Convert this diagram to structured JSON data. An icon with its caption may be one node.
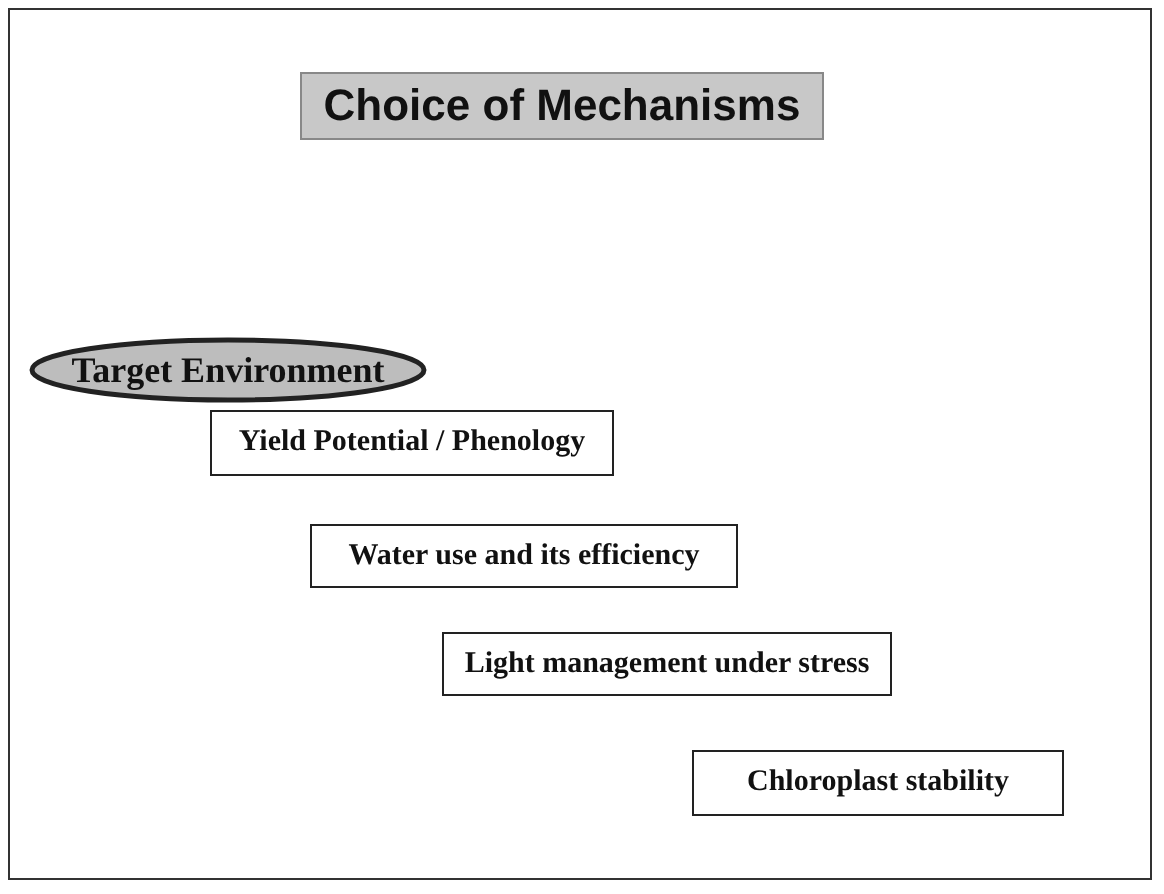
{
  "diagram": {
    "title": "Choice of Mechanisms",
    "nodes": [
      {
        "text": [
          "Target Environment"
        ]
      },
      {
        "text": [
          "Yield Potential / Phenology"
        ]
      },
      {
        "text": [
          "Water use and its efficiency"
        ]
      },
      {
        "text": [
          "Light management under stress"
        ]
      },
      {
        "text": [
          "Chloroplast stability"
        ]
      }
    ]
  }
}
